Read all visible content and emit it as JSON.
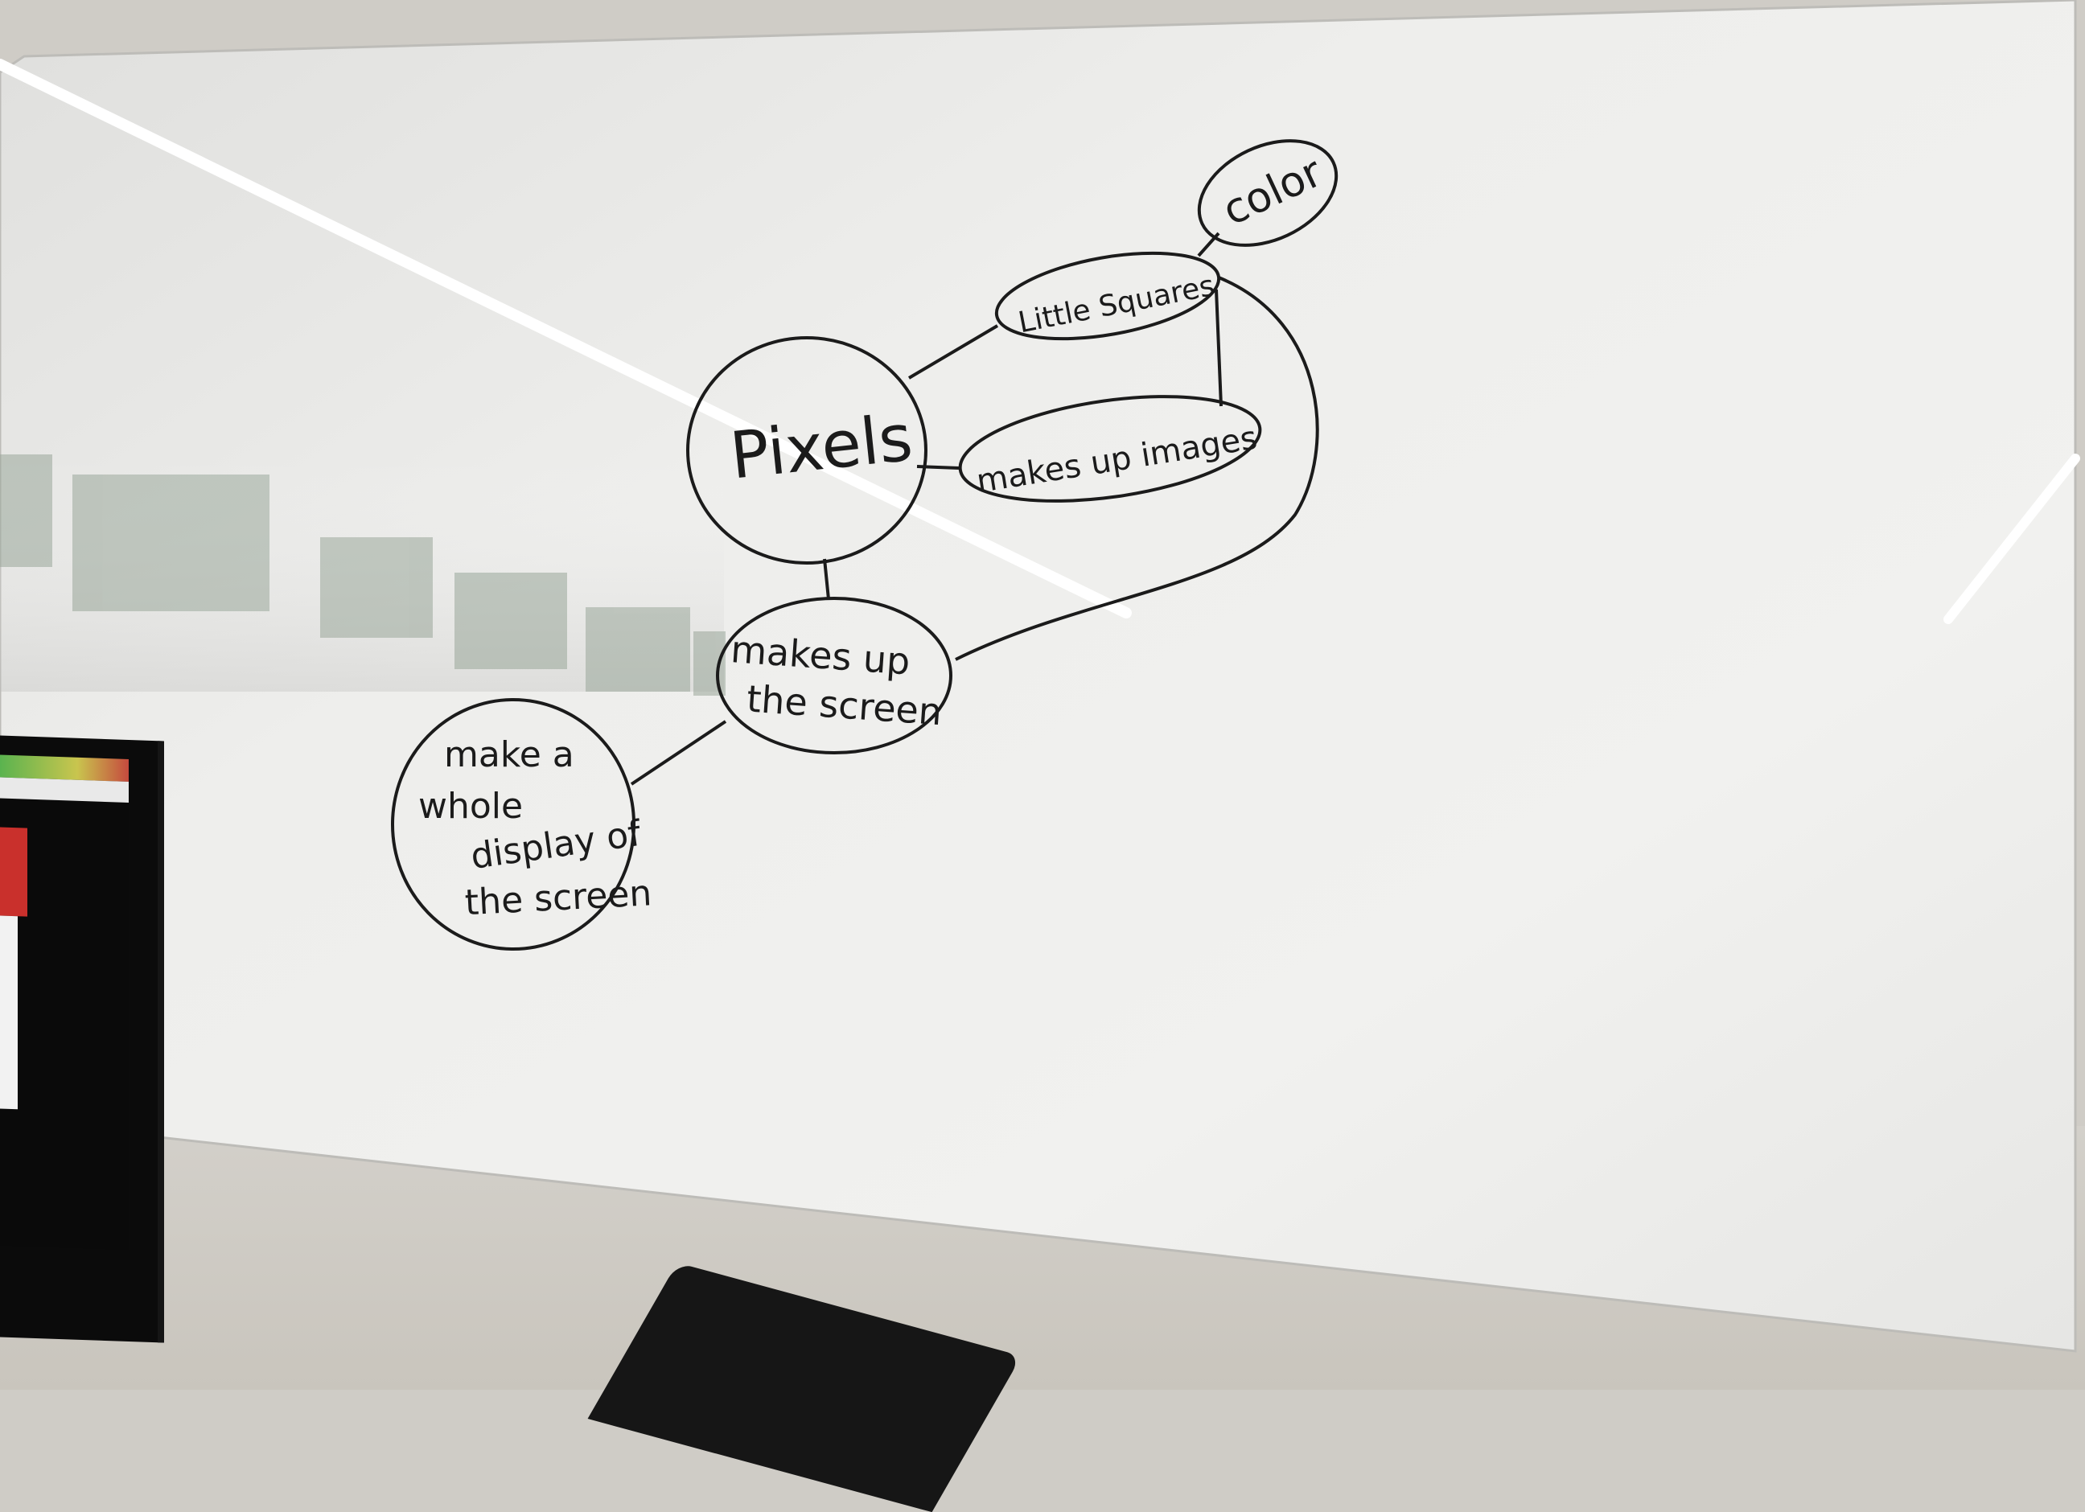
{
  "mindmap": {
    "center": "Pixels",
    "nodes": {
      "little_squares": "Little Squares",
      "color": "color",
      "makes_up_images": "makes up images",
      "makes_up_screen_line1": "makes up",
      "makes_up_screen_line2": "the screen",
      "whole_display_line1": "make a",
      "whole_display_line2": "whole",
      "whole_display_line3": "display of",
      "whole_display_line4": "the screen"
    }
  },
  "colors": {
    "marker": "#1b1b1b",
    "board": "#eeeeec",
    "wall": "#cfccc6"
  }
}
